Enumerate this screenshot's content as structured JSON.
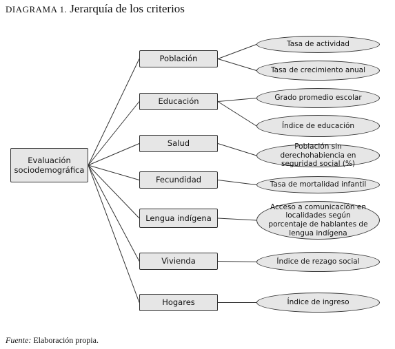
{
  "header": {
    "label": "DIAGRAMA 1.",
    "title": "Jerarquía de los criterios"
  },
  "root": {
    "label": "Evaluación sociodemográfica"
  },
  "criteria": [
    {
      "label": "Población",
      "indicators": [
        "Tasa de actividad",
        "Tasa de crecimiento anual"
      ]
    },
    {
      "label": "Educación",
      "indicators": [
        "Grado promedio escolar",
        "Índice de educación"
      ]
    },
    {
      "label": "Salud",
      "indicators": [
        "Población sin derechohabiencia en seguridad social (%)"
      ]
    },
    {
      "label": "Fecundidad",
      "indicators": [
        "Tasa de mortalidad infantil"
      ]
    },
    {
      "label": "Lengua indígena",
      "indicators": [
        "Acceso a comunicación en localidades según porcentaje de hablantes de lengua indígena"
      ]
    },
    {
      "label": "Vivienda",
      "indicators": [
        "Índice de rezago social"
      ]
    },
    {
      "label": "Hogares",
      "indicators": [
        "Índice de ingreso"
      ]
    }
  ],
  "source": {
    "label": "Fuente:",
    "text": "Elaboración propia."
  }
}
